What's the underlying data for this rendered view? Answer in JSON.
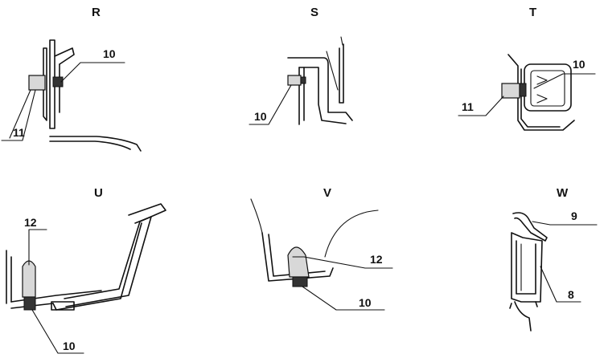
{
  "panels": [
    {
      "id": "R",
      "title": "R",
      "labels": [
        "10",
        "11"
      ]
    },
    {
      "id": "S",
      "title": "S",
      "labels": [
        "10"
      ]
    },
    {
      "id": "T",
      "title": "T",
      "labels": [
        "10",
        "11"
      ]
    },
    {
      "id": "U",
      "title": "U",
      "labels": [
        "12",
        "10"
      ]
    },
    {
      "id": "V",
      "title": "V",
      "labels": [
        "12",
        "10"
      ]
    },
    {
      "id": "W",
      "title": "W",
      "labels": [
        "9",
        "8"
      ]
    }
  ]
}
